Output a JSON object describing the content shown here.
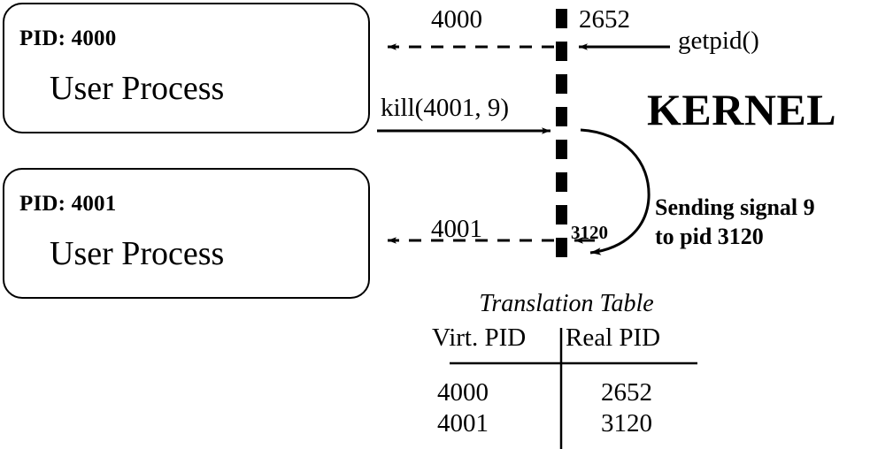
{
  "processes": [
    {
      "pid_label": "PID: 4000",
      "title": "User Process"
    },
    {
      "pid_label": "PID: 4001",
      "title": "User Process"
    }
  ],
  "kernel": {
    "title": "KERNEL",
    "signal_note_line1": "Sending signal 9",
    "signal_note_line2": "to pid 3120",
    "boundary_icon": "dashed-vertical-line"
  },
  "messages": {
    "return_pid_top": "4000",
    "real_pid_top": "2652",
    "syscall_getpid": "getpid()",
    "syscall_kill": "kill(4001, 9)",
    "return_pid_bottom": "4001",
    "real_pid_bottom": "3120"
  },
  "table": {
    "caption": "Translation Table",
    "columns": [
      "Virt. PID",
      "Real PID"
    ],
    "rows": [
      [
        "4000",
        "2652"
      ],
      [
        "4001",
        "3120"
      ]
    ]
  },
  "colors": {
    "stroke": "#000000",
    "background": "#ffffff"
  }
}
